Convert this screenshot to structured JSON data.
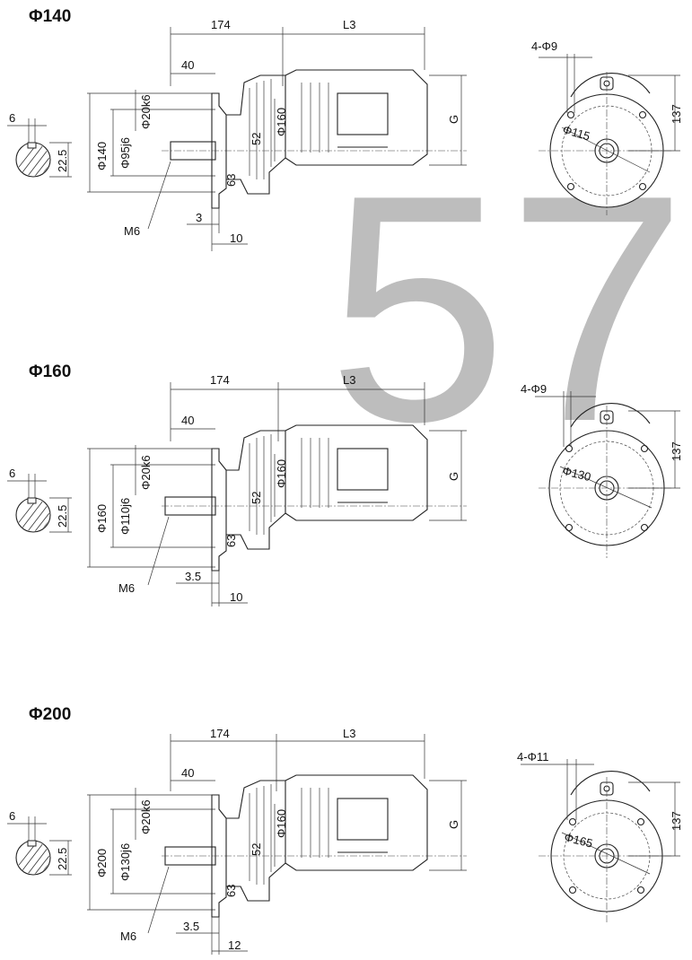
{
  "watermark": "57",
  "colors": {
    "watermark": "#bdbdbd",
    "line": "#222222"
  },
  "views": [
    {
      "title": "Φ140",
      "shaft_width": "6",
      "shaft_height": "22.5",
      "dims": {
        "length_174": "174",
        "length_L3": "L3",
        "d40": "40",
        "flange": "Φ140",
        "spigot": "Φ95j6",
        "shaft": "Φ20k6",
        "d52": "52",
        "d63": "63",
        "motor": "Φ160",
        "G": "G",
        "thread": "M6",
        "flange_thk": "3",
        "shaft_end": "10"
      },
      "end": {
        "holes": "4-Φ9",
        "height": "137",
        "pcd": "Φ115"
      }
    },
    {
      "title": "Φ160",
      "shaft_width": "6",
      "shaft_height": "22.5",
      "dims": {
        "length_174": "174",
        "length_L3": "L3",
        "d40": "40",
        "flange": "Φ160",
        "spigot": "Φ110j6",
        "shaft": "Φ20k6",
        "d52": "52",
        "d63": "63",
        "motor": "Φ160",
        "G": "G",
        "thread": "M6",
        "flange_thk": "3.5",
        "shaft_end": "10"
      },
      "end": {
        "holes": "4-Φ9",
        "height": "137",
        "pcd": "Φ130"
      }
    },
    {
      "title": "Φ200",
      "shaft_width": "6",
      "shaft_height": "22.5",
      "dims": {
        "length_174": "174",
        "length_L3": "L3",
        "d40": "40",
        "flange": "Φ200",
        "spigot": "Φ130j6",
        "shaft": "Φ20k6",
        "d52": "52",
        "d63": "63",
        "motor": "Φ160",
        "G": "G",
        "thread": "M6",
        "flange_thk": "3.5",
        "shaft_end": "12"
      },
      "end": {
        "holes": "4-Φ11",
        "height": "137",
        "pcd": "Φ165"
      }
    }
  ]
}
